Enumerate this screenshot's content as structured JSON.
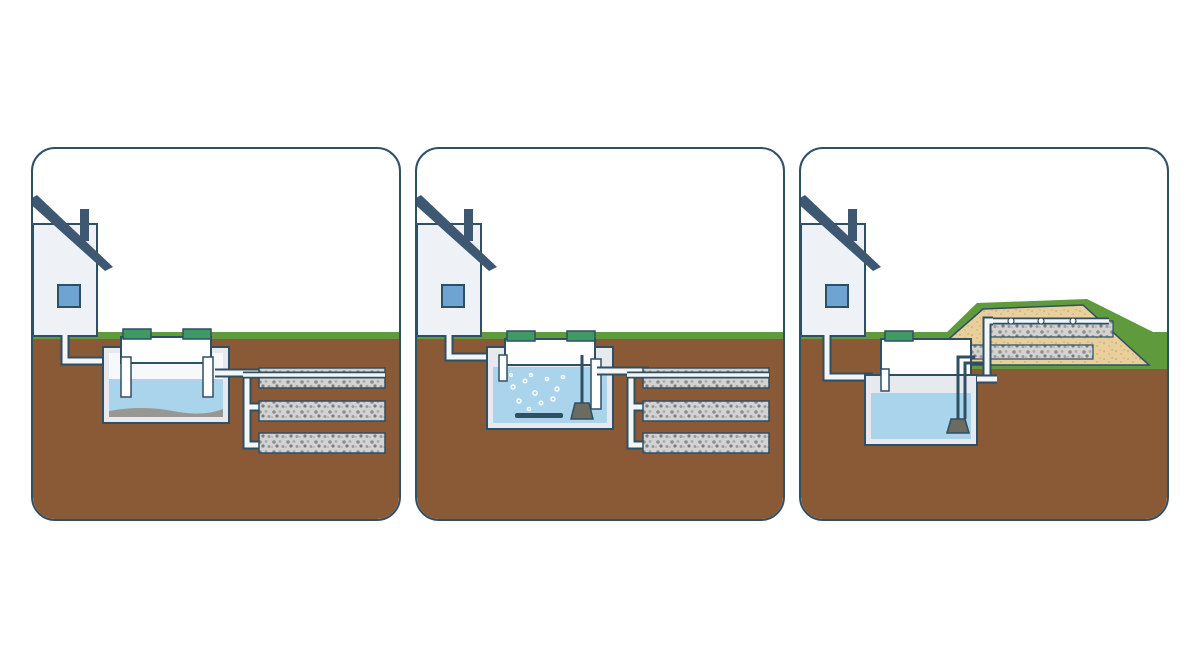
{
  "diagram": {
    "panels": [
      {
        "id": "conventional-septic-drainfield",
        "icon": "septic-tank-with-gravel-trench-drainfield"
      },
      {
        "id": "aerobic-treatment-unit",
        "icon": "aerated-tank-with-bubbles-and-pump"
      },
      {
        "id": "mound-system",
        "icon": "pump-tank-with-raised-sand-mound"
      }
    ],
    "colors": {
      "outline": "#2f4f63",
      "soil": "#8a5a36",
      "grass": "#5f9a3c",
      "water": "#a9d4ec",
      "house_wall": "#eef2f7",
      "roof": "#3d5870",
      "window": "#6fa3d2",
      "pipe": "#f4f5f6",
      "lid": "#3e9a62",
      "gravel": "#bfbfbf",
      "sand": "#e8cf9c",
      "pump": "#6b6b60"
    }
  }
}
